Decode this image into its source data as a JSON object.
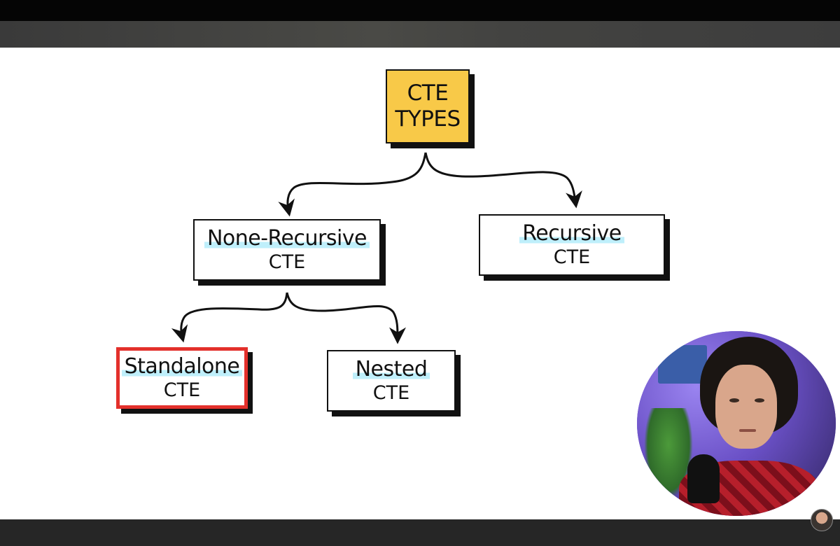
{
  "diagram": {
    "root": {
      "line1": "CTE",
      "line2": "TYPES"
    },
    "non_recursive": {
      "line1": "None-Recursive",
      "line2": "CTE"
    },
    "recursive": {
      "line1": "Recursive",
      "line2": "CTE"
    },
    "standalone": {
      "line1": "Standalone",
      "line2": "CTE",
      "highlight_color": "#e3302b"
    },
    "nested": {
      "line1": "Nested",
      "line2": "CTE"
    }
  },
  "colors": {
    "root_fill": "#f8c948",
    "highlight_marker": "#bfeffb",
    "selected_border": "#e3302b"
  },
  "icons": {
    "presenter": "webcam-overlay",
    "channel": "avatar-icon"
  }
}
